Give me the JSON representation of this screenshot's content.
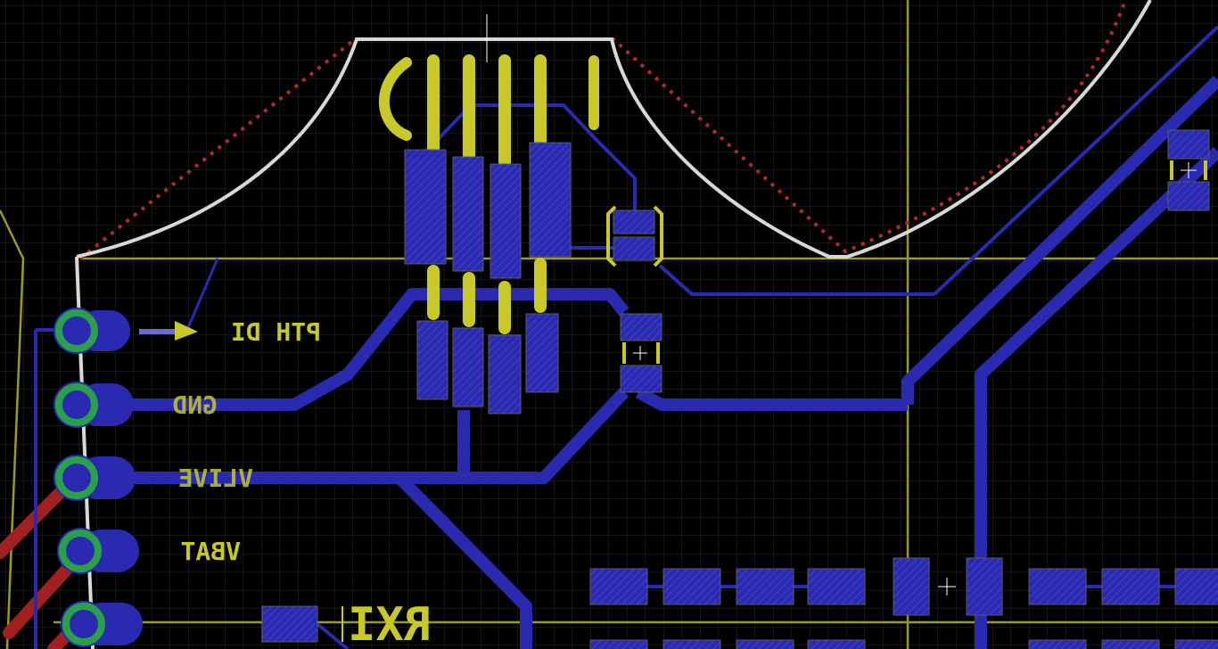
{
  "view": {
    "title": "PCB layout editor - board view (bottom layer, mirrored)"
  },
  "colors": {
    "background": "#000000",
    "grid": "#2a2a2a",
    "bottom_copper": "#2a2ab0",
    "bottom_copper_hatch": "#4a4ad0",
    "top_copper": "#a02020",
    "silkscreen": "#c8c82a",
    "board_outline": "#d8d8d8",
    "keepout": "#b02830",
    "pad_ring": "#2aa04a",
    "guide_line": "#9a9a2a"
  },
  "labels": {
    "pth_di": "PTH DI",
    "gnd": "GND",
    "vlive": "VLIVE",
    "vbat": "VBAT",
    "rxi": "RXI"
  },
  "icons": {
    "usb_connector": "usb-connector-footprint-icon",
    "arrow": "arrow-right-icon",
    "crosshair": "crosshair-icon"
  }
}
